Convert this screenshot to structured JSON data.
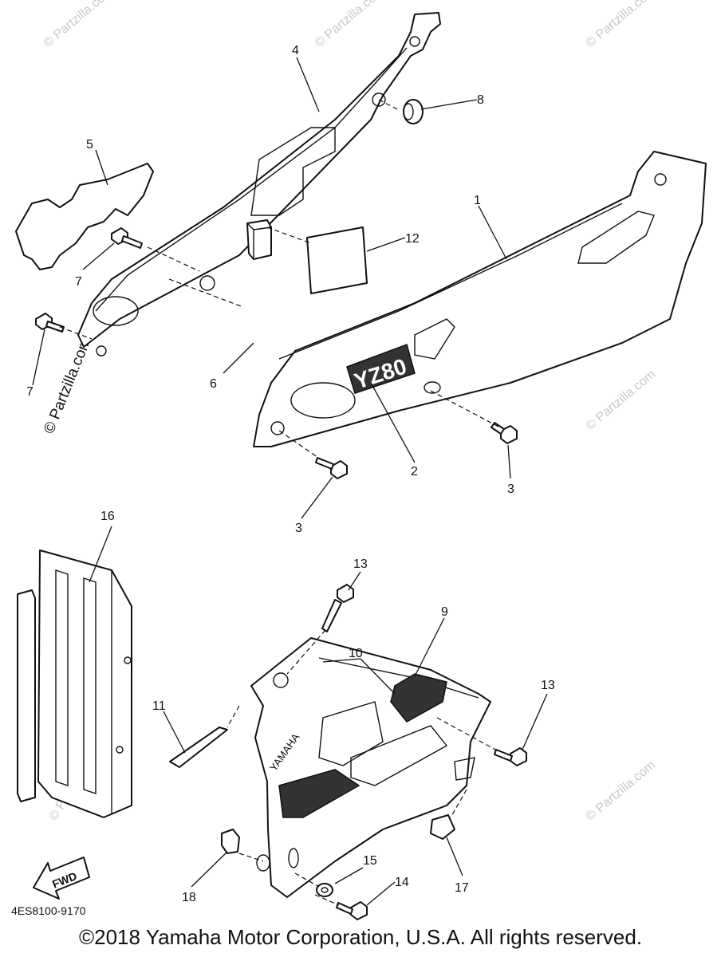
{
  "watermark": "© Partzilla.com",
  "diagram_code": "4ES8100-9170",
  "fwd_label": "FWD",
  "decal_text": "YZ80",
  "brand_text": "YAMAHA",
  "copyright": "©2018 Yamaha Motor Corporation, U.S.A. All rights reserved.",
  "callouts": [
    "1",
    "2",
    "3",
    "4",
    "5",
    "6",
    "7",
    "8",
    "9",
    "10",
    "11",
    "12",
    "13",
    "14",
    "15",
    "16",
    "17",
    "18"
  ]
}
